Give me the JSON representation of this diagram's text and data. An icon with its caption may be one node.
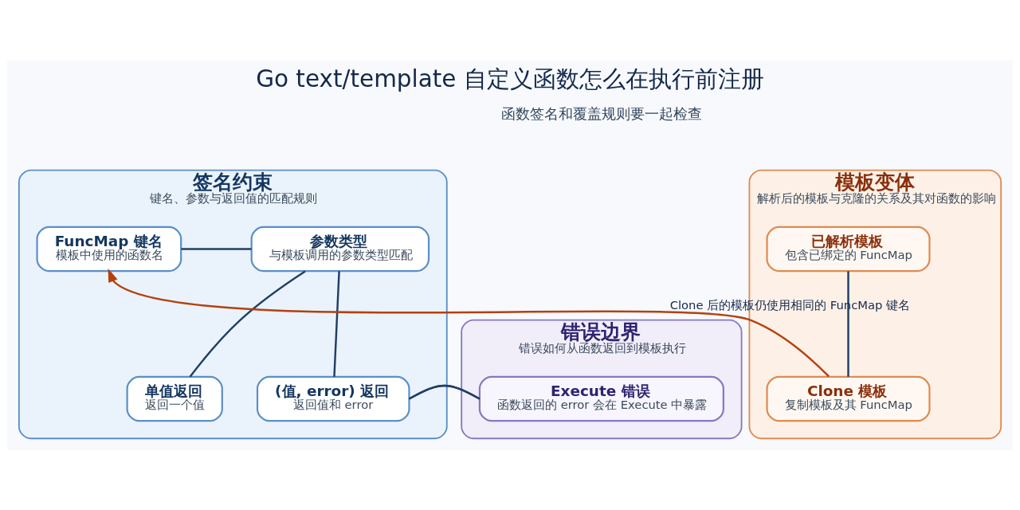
{
  "diagram": {
    "title": "Go text/template 自定义函数怎么在执行前注册",
    "nodes": [
      {
        "text": [
          "签名约束",
          "键名、参数与返回值的匹配规则"
        ]
      },
      {
        "text": [
          "FuncMap 键名",
          "模板中使用的函数名"
        ],
        "in": 0
      },
      {
        "text": [
          "参数类型",
          "与模板调用的参数类型匹配"
        ],
        "in": 0
      },
      {
        "text": [
          "单值返回",
          "返回一个值"
        ],
        "in": 0
      },
      {
        "text": [
          "(值, error) 返回",
          "返回值和 error"
        ],
        "in": 0
      },
      {
        "text": [
          "错误边界",
          "错误如何从函数返回到模板执行"
        ]
      },
      {
        "text": [
          "Execute 错误",
          "函数返回的 error 会在 Execute 中暴露"
        ],
        "in": 5
      },
      {
        "text": [
          "模板变体",
          "解析后的模板与克隆的关系及其对函数的影响"
        ]
      },
      {
        "text": [
          "已解析模板",
          "包含已绑定的 FuncMap"
        ],
        "in": 7
      },
      {
        "text": [
          "Clone 模板",
          "复制模板及其 FuncMap"
        ],
        "in": 7
      }
    ],
    "edges": [
      {
        "from": 1,
        "to": 2,
        "arrow": "none"
      },
      {
        "from": 2,
        "to": 3,
        "arrow": "none"
      },
      {
        "from": 2,
        "to": 4,
        "arrow": "none"
      },
      {
        "from": 4,
        "to": 6,
        "arrow": "none"
      },
      {
        "from": 8,
        "to": 9,
        "arrow": "none"
      },
      {
        "from": 9,
        "to": 1,
        "arrow": "to",
        "label": "Clone 后的模板仍使用相同的 FuncMap 键名",
        "color": "#b5400f"
      }
    ],
    "labels": [
      "函数签名和覆盖规则要一起检查"
    ]
  }
}
